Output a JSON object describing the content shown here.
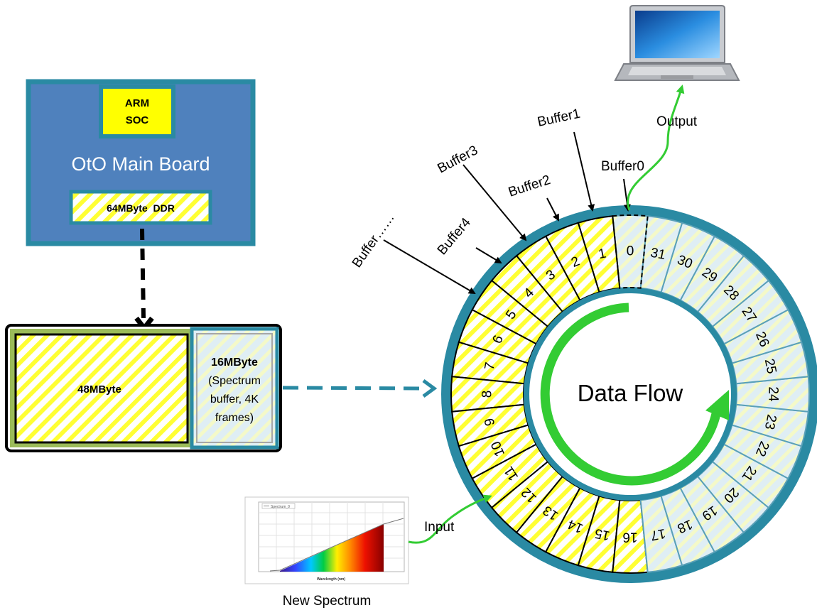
{
  "board": {
    "soc_line1": "ARM",
    "soc_line2": "SOC",
    "title": "OtO Main Board",
    "ddr": "64MByte  DDR"
  },
  "memory": {
    "left_label": "48MByte",
    "buffer_line1": "16MByte",
    "buffer_line2": "(Spectrum",
    "buffer_line3": "buffer, 4K",
    "buffer_line4": "frames)"
  },
  "ring": {
    "center_label": "Data Flow",
    "segment_labels": [
      "0",
      "1",
      "2",
      "3",
      "4",
      "5",
      "6",
      "7",
      "8",
      "9",
      "10",
      "11",
      "12",
      "13",
      "14",
      "15",
      "16",
      "17",
      "18",
      "19",
      "20",
      "21",
      "22",
      "23",
      "24",
      "25",
      "26",
      "27",
      "28",
      "29",
      "30",
      "31"
    ],
    "colors": {
      "ring": "#2a8aa3",
      "stripe": "#ffff33",
      "arrow": "#33cc33"
    }
  },
  "callouts": {
    "buffer0": "Buffer0",
    "buffer1": "Buffer1",
    "buffer2": "Buffer2",
    "buffer3": "Buffer3",
    "buffer4": "Buffer4",
    "buffer_more": "Buffer……"
  },
  "io": {
    "output": "Output",
    "input": "Input",
    "spectrum_caption": "New Spectrum",
    "spectrum_legend": "Spectrum_0",
    "spectrum_xlabel": "Wavelength (nm)"
  }
}
